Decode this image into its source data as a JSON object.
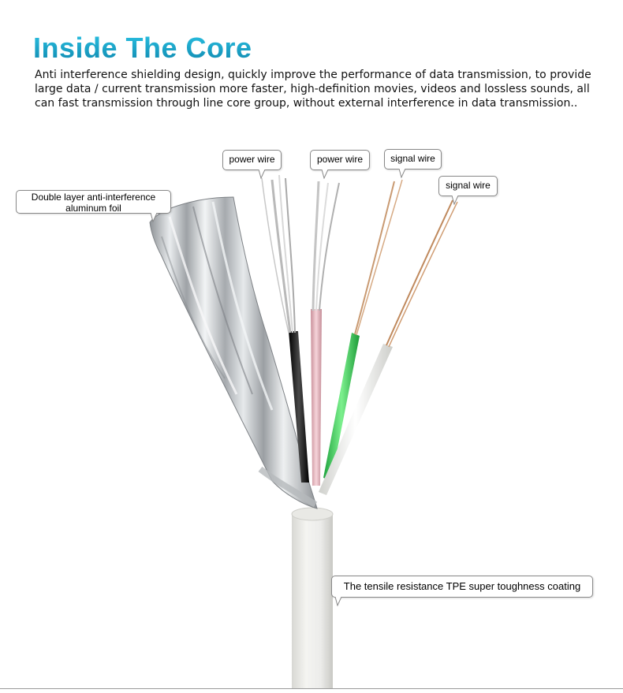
{
  "header": {
    "title": "Inside The Core",
    "description_lines": [
      "Anti interference shielding design, quickly improve the performance of data transmission, to provide",
      "large data / current transmission more faster, high-definition movies, videos and lossless sounds, all",
      "can fast transmission through line core group, without external interference in data transmission.."
    ]
  },
  "callouts": {
    "foil_line1": "Double layer anti-interference",
    "foil_line2": "aluminum foil",
    "power_wire_1": "power wire",
    "power_wire_2": "power wire",
    "signal_wire_1": "signal wire",
    "signal_wire_2": "signal wire",
    "coating": "The tensile resistance TPE super toughness coating"
  },
  "colors": {
    "title_accent": "#17a2c7",
    "jacket": "#ebebe7",
    "foil": "#c9cdd0",
    "wire_black": "#1e1e1e",
    "wire_pink": "#e7b9c0",
    "wire_green": "#3bd15a",
    "wire_white": "#f1f1ef",
    "copper": "#c78e62"
  }
}
